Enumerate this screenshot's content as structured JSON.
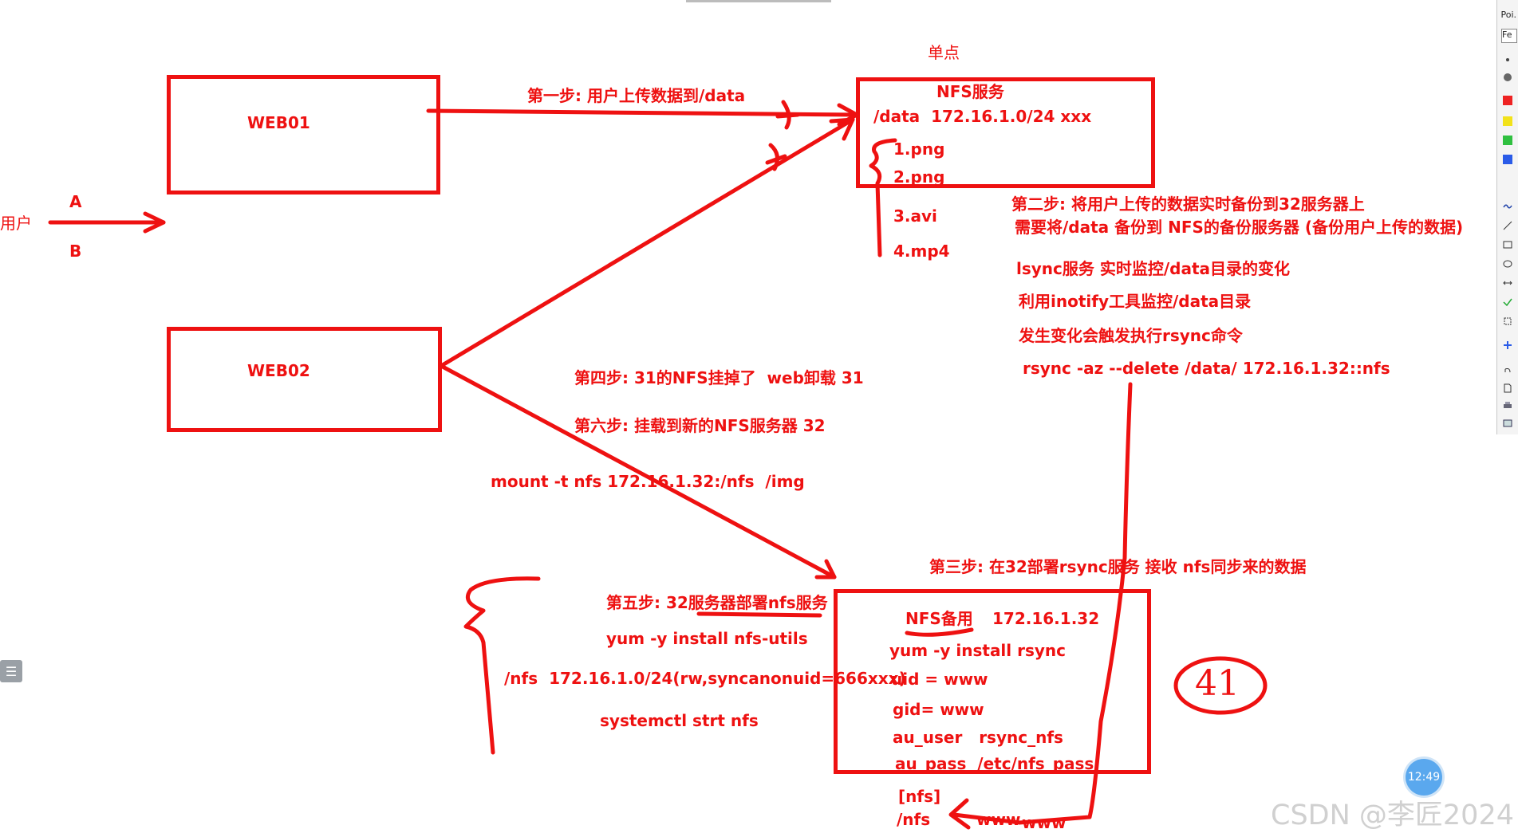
{
  "boxes": {
    "web01": "WEB01",
    "web02": "WEB02"
  },
  "left": {
    "user": "用户",
    "a": "A",
    "b": "B"
  },
  "nfs_primary": {
    "single_point": "单点",
    "title": "NFS服务",
    "export": "/data  172.16.1.0/24 xxx",
    "files": [
      "1.png",
      "2.png",
      "3.avi",
      "4.mp4"
    ]
  },
  "steps": {
    "step1": "第一步: 用户上传数据到/data",
    "step2_title": "第二步: 将用户上传的数据实时备份到32服务器上",
    "step2_line1": "需要将/data 备份到 NFS的备份服务器 (备份用户上传的数据)",
    "step2_line2": "lsync服务 实时监控/data目录的变化",
    "step2_line3": "利用inotify工具监控/data目录",
    "step2_line4": "发生变化会触发执行rsync命令",
    "step2_cmd": "rsync -az --delete /data/ 172.16.1.32::nfs",
    "step3": "第三步: 在32部署rsync服务 接收 nfs同步来的数据",
    "step4": "第四步: 31的NFS挂掉了  web卸载 31",
    "step6": "第六步: 挂载到新的NFS服务器 32",
    "mount_cmd": "mount -t nfs 172.16.1.32:/nfs  /img",
    "step5_title": "第五步: 32服务器部署nfs服务",
    "step5_install": "yum -y install nfs-utils",
    "step5_export": "/nfs  172.16.1.0/24(rw,syncanonuid=666xxx)",
    "step5_start": "systemctl strt nfs"
  },
  "nfs_backup": {
    "title": "NFS备用",
    "ip": "172.16.1.32",
    "install": "yum -y install rsync",
    "uid": "uid = www",
    "gid": "gid= www",
    "auth_user": "au_user   rsync_nfs",
    "auth_pass": "au_pass  /etc/nfs_pass",
    "module": "[nfs]",
    "path": "/nfs",
    "owner1": "www",
    "owner2": "www"
  },
  "annotation": "41",
  "ui": {
    "clock": "12:49",
    "watermark": "CSDN @李匠2024",
    "toolbar_label": "Poi.",
    "toolbar_field": "Fe"
  },
  "colors": {
    "ink": "#ee1111"
  }
}
